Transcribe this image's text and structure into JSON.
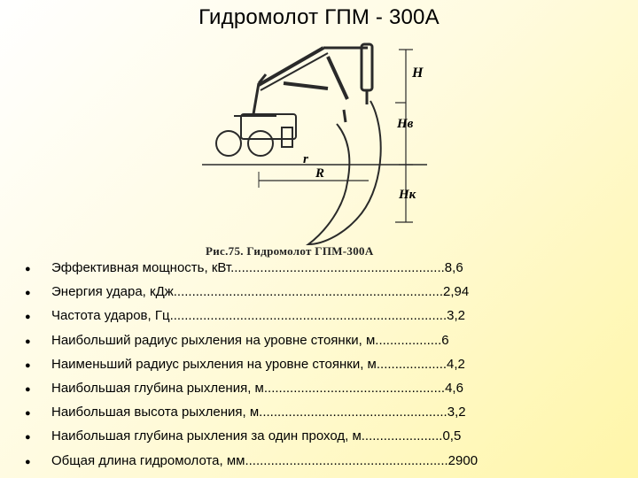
{
  "title": "Гидромолот ГПМ - 300А",
  "figure": {
    "caption": "Рис.75. Гидромолот ГПМ-300А",
    "labels": {
      "H": "H",
      "Hb": "Hв",
      "Hk": "Hк",
      "r": "r",
      "R": "R"
    }
  },
  "specs": [
    "Эффективная мощность, кВт..........................................................8,6",
    "Энергия удара, кДж.........................................................................2,94",
    "Частота ударов, Гц...........................................................................3,2",
    "Наибольший радиус рыхления на уровне стоянки, м..................6",
    "Наименьший радиус рыхления на уровне стоянки, м...................4,2",
    "Наибольшая глубина рыхления, м.................................................4,6",
    "Наибольшая высота рыхления, м...................................................3,2",
    "Наибольшая глубина рыхления за один проход, м......................0,5",
    "Общая длина гидромолота, мм.......................................................2900"
  ]
}
